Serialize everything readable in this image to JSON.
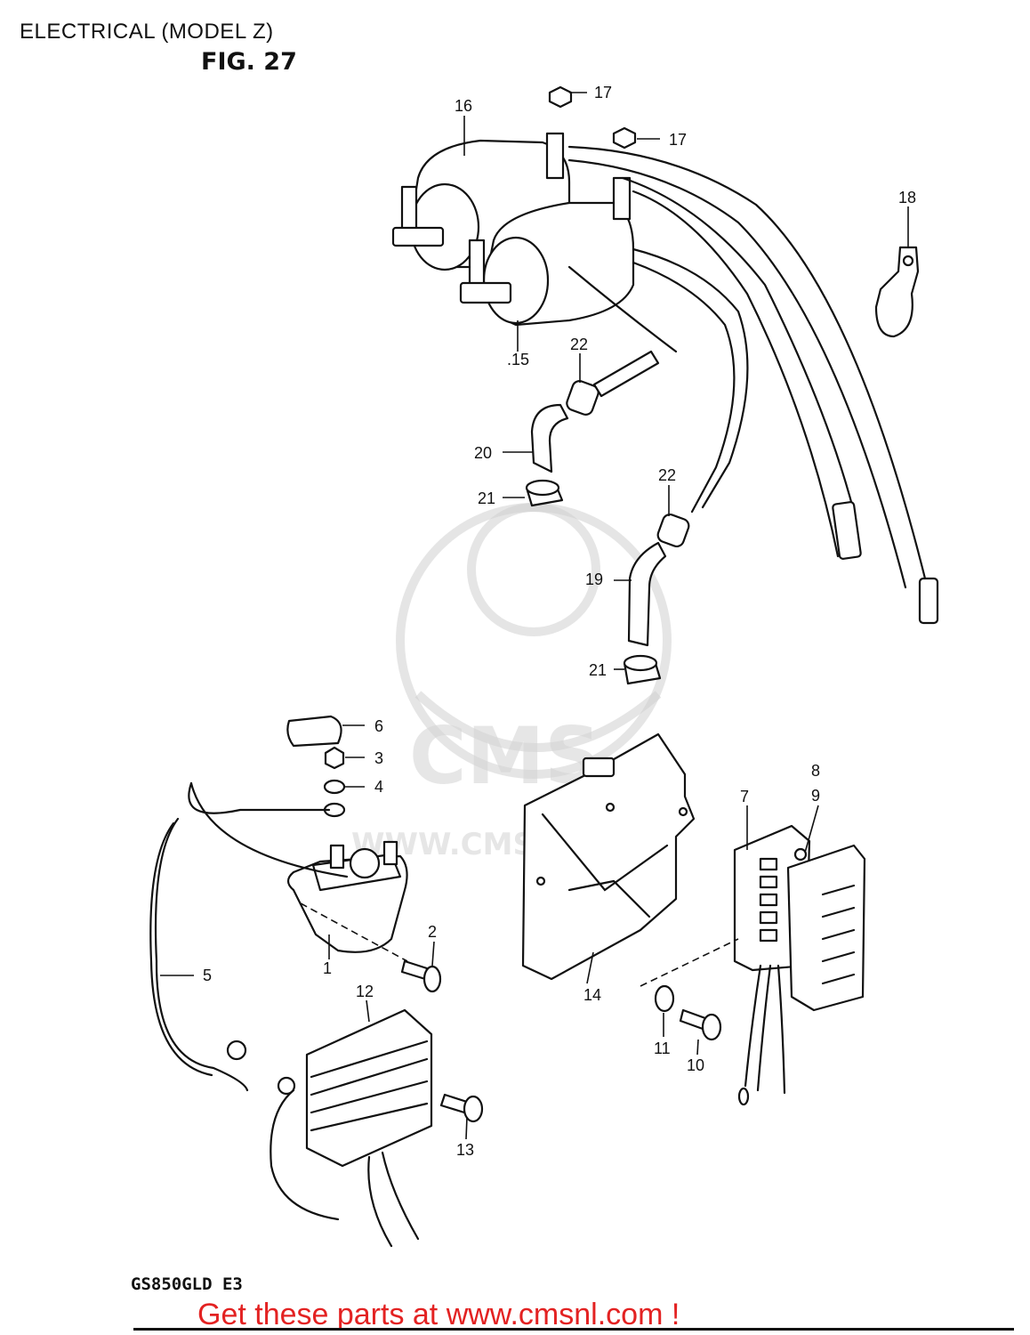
{
  "header": {
    "title": "ELECTRICAL (MODEL Z)",
    "figure": "FIG. 27"
  },
  "watermark": {
    "brand": "CMS",
    "url": "WWW.CMSNL.COM"
  },
  "callouts": {
    "c1": "1",
    "c2": "2",
    "c3": "3",
    "c4": "4",
    "c5": "5",
    "c6": "6",
    "c7": "7",
    "c8": "8",
    "c9": "9",
    "c10": "10",
    "c11": "11",
    "c12": "12",
    "c13": "13",
    "c14": "14",
    "c15": ".15",
    "c16": "16",
    "c17a": "17",
    "c17b": "17",
    "c18": "18",
    "c19": "19",
    "c20": "20",
    "c21a": "21",
    "c21b": "21",
    "c22a": "22",
    "c22b": "22"
  },
  "footer": {
    "model_code": "GS850GLD E3",
    "link_text": "Get these parts at www.cmsnl.com !",
    "link_color": "#e32222"
  }
}
